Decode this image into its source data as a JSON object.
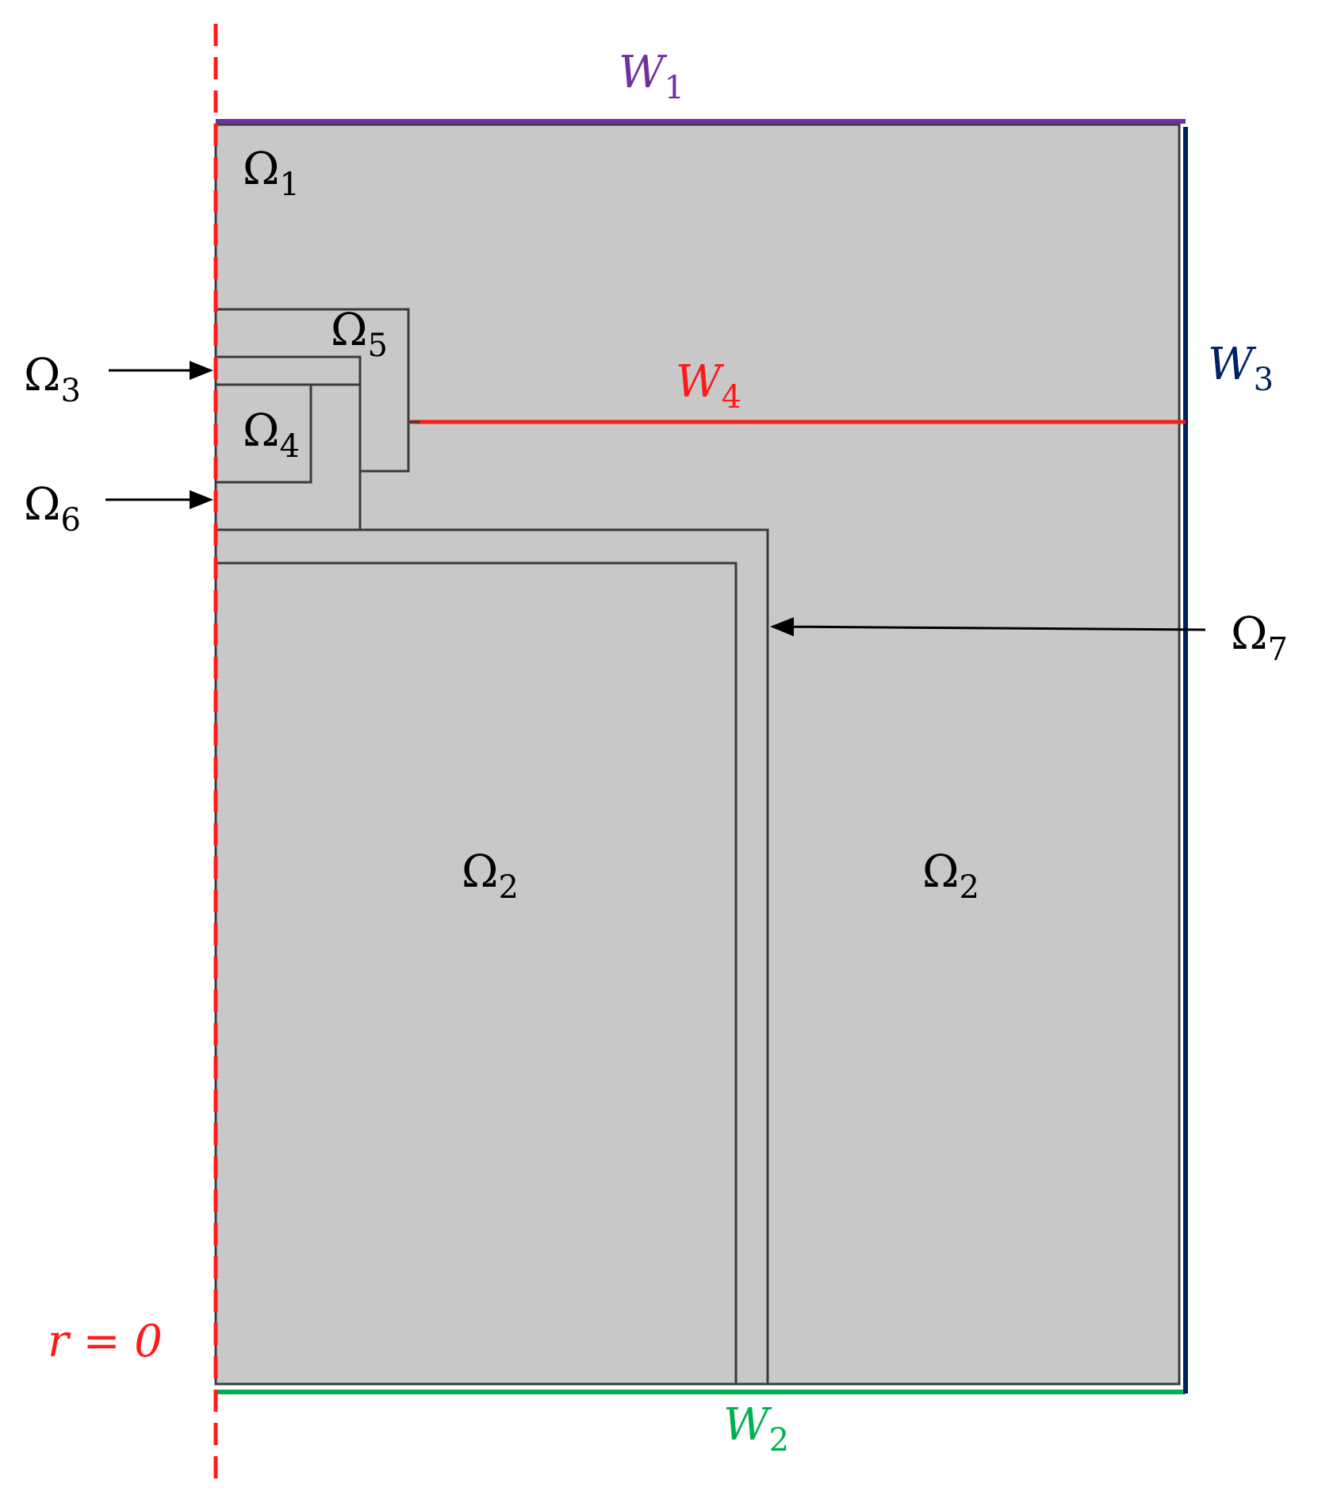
{
  "colors": {
    "background": "#ffffff",
    "domain_fill": "#c8c8c8",
    "region_border": "#3b3b3b",
    "axis_red": "#ff1a1a",
    "w1_purple": "#7030a0",
    "w2_green": "#00b050",
    "w3_navy": "#002060",
    "w4_red": "#ff1a1a",
    "text": "#000000"
  },
  "labels": {
    "omega1": {
      "base": "Ω",
      "sub": "1"
    },
    "omega2a": {
      "base": "Ω",
      "sub": "2"
    },
    "omega2b": {
      "base": "Ω",
      "sub": "2"
    },
    "omega3": {
      "base": "Ω",
      "sub": "3"
    },
    "omega4": {
      "base": "Ω",
      "sub": "4"
    },
    "omega5": {
      "base": "Ω",
      "sub": "5"
    },
    "omega6": {
      "base": "Ω",
      "sub": "6"
    },
    "omega7": {
      "base": "Ω",
      "sub": "7"
    },
    "w1": {
      "base": "W",
      "sub": "1"
    },
    "w2": {
      "base": "W",
      "sub": "2"
    },
    "w3": {
      "base": "W",
      "sub": "3"
    },
    "w4": {
      "base": "W",
      "sub": "4"
    },
    "axis": {
      "text": "r = 0"
    }
  }
}
